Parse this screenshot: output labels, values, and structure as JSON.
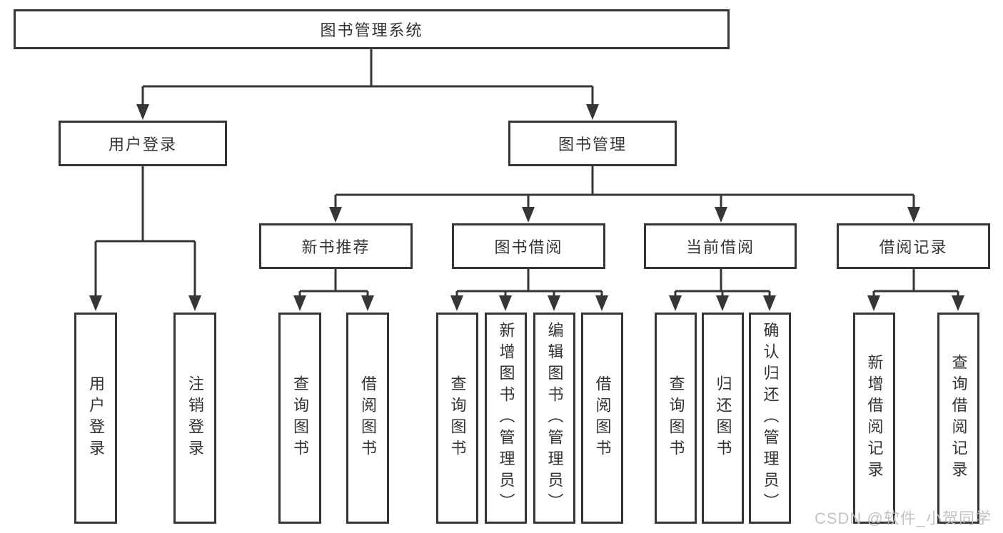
{
  "colors": {
    "line": "#363636",
    "text": "#333333",
    "watermark": "#bdbdbd",
    "background": "#ffffff"
  },
  "tree": {
    "root": {
      "label": "图书管理系统"
    },
    "login": {
      "label": "用户登录",
      "children": [
        {
          "label": "用户登录"
        },
        {
          "label": "注销登录"
        }
      ]
    },
    "management": {
      "label": "图书管理",
      "sections": [
        {
          "label": "新书推荐",
          "children": [
            {
              "label": "查询图书"
            },
            {
              "label": "借阅图书"
            }
          ]
        },
        {
          "label": "图书借阅",
          "children": [
            {
              "label": "查询图书"
            },
            {
              "label": "新增图书（管理员）"
            },
            {
              "label": "编辑图书（管理员）"
            },
            {
              "label": "借阅图书"
            }
          ]
        },
        {
          "label": "当前借阅",
          "children": [
            {
              "label": "查询图书"
            },
            {
              "label": "归还图书"
            },
            {
              "label": "确认归还（管理员）"
            }
          ]
        },
        {
          "label": "借阅记录",
          "children": [
            {
              "label": "新增借阅记录"
            },
            {
              "label": "查询借阅记录"
            }
          ]
        }
      ]
    }
  },
  "watermark": {
    "text": "CSDN @软件_小贺同学"
  }
}
